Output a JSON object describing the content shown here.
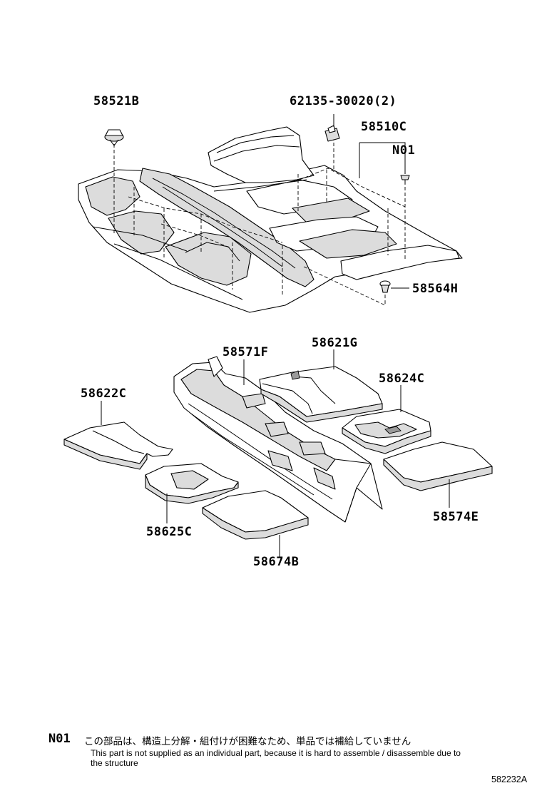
{
  "parts": {
    "p58521B": "58521B",
    "p62135": "62135-30020(2)",
    "p58510C": "58510C",
    "pN01": "N01",
    "p58564H": "58564H",
    "p58571F": "58571F",
    "p58621G": "58621G",
    "p58622C": "58622C",
    "p58624C": "58624C",
    "p58625C": "58625C",
    "p58574E": "58574E",
    "p58674B": "58674B"
  },
  "note": {
    "code": "N01",
    "japanese": "この部品は、構造上分解・組付けが困難なため、単品では補給していません",
    "english": "This part is not supplied as an individual part, because it is hard to assemble / disassemble due to the structure"
  },
  "figure_id": "582232A"
}
